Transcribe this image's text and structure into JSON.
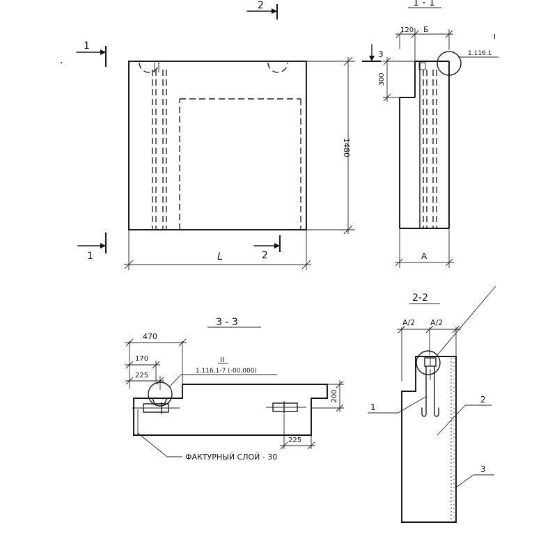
{
  "view_main": {
    "cut1_top": "1",
    "cut1_bottom": "1",
    "cut2_top": "2",
    "cut2_bottom": "2",
    "height_dim": "1480",
    "length_dim": "L"
  },
  "section_1_1": {
    "title": "1 - 1",
    "dim_120": "120",
    "dim_b": "Б",
    "dim_300": "300",
    "dim_a": "A",
    "cut3_label": "3",
    "callout_numeral": "I",
    "callout_ref": "1.116.1"
  },
  "section_2_2": {
    "title": "2-2",
    "dim_a2_left": "A/2",
    "dim_a2_right": "A/2",
    "leader_1": "1",
    "leader_2": "2",
    "leader_3": "3"
  },
  "section_3_3": {
    "title": "3 - 3",
    "dim_470": "470",
    "dim_170": "170",
    "dim_225_top": "225",
    "dim_200": "200",
    "dim_225_bottom": "225",
    "callout_numeral": "II",
    "callout_ref": "1.116,1-7 (-00,000)",
    "facing_layer_note": "ФАКТУРНЫЙ  СЛОЙ - 30"
  }
}
